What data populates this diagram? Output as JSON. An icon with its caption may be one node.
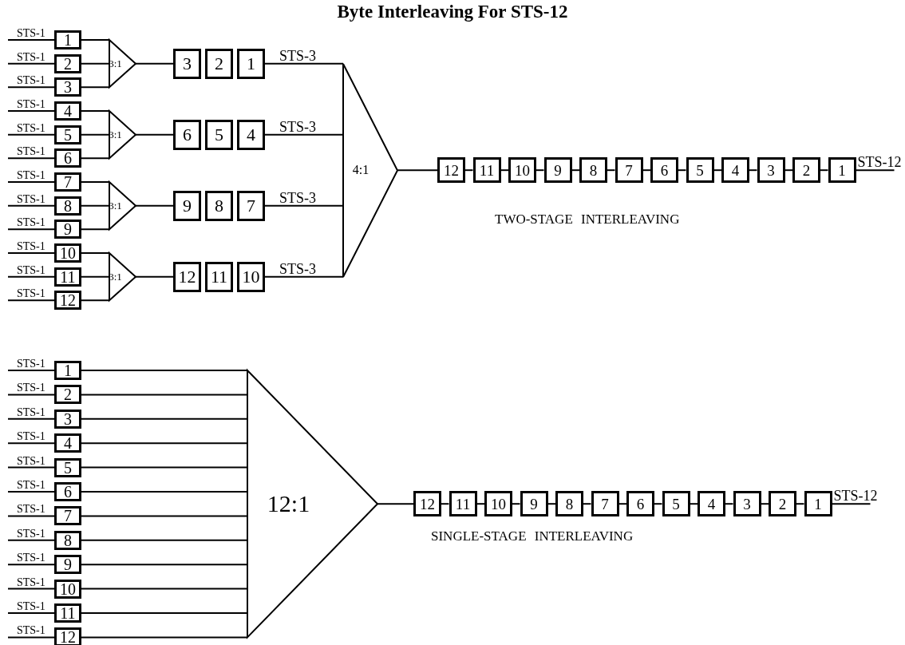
{
  "diagram": {
    "title": "Byte Interleaving For STS-12",
    "nodes": [
      {
        "text": [
          "1"
        ]
      },
      {
        "text": [
          "2"
        ]
      },
      {
        "text": [
          "3"
        ]
      },
      {
        "text": [
          "4"
        ]
      },
      {
        "text": [
          "5"
        ]
      },
      {
        "text": [
          "6"
        ]
      },
      {
        "text": [
          "7"
        ]
      },
      {
        "text": [
          "8"
        ]
      },
      {
        "text": [
          "9"
        ]
      },
      {
        "text": [
          "10"
        ]
      },
      {
        "text": [
          "11"
        ]
      },
      {
        "text": [
          "12"
        ]
      },
      {
        "text": [
          "3:1"
        ]
      },
      {
        "text": [
          "3:1"
        ]
      },
      {
        "text": [
          "3:1"
        ]
      },
      {
        "text": [
          "3:1"
        ]
      },
      {
        "text": [
          "3"
        ]
      },
      {
        "text": [
          "2"
        ]
      },
      {
        "text": [
          "1"
        ]
      },
      {
        "text": [
          "6"
        ]
      },
      {
        "text": [
          "5"
        ]
      },
      {
        "text": [
          "4"
        ]
      },
      {
        "text": [
          "9"
        ]
      },
      {
        "text": [
          "8"
        ]
      },
      {
        "text": [
          "7"
        ]
      },
      {
        "text": [
          "12"
        ]
      },
      {
        "text": [
          "11"
        ]
      },
      {
        "text": [
          "10"
        ]
      },
      {
        "text": [
          "4:1"
        ]
      },
      {
        "text": [
          "12"
        ]
      },
      {
        "text": [
          "11"
        ]
      },
      {
        "text": [
          "10"
        ]
      },
      {
        "text": [
          "9"
        ]
      },
      {
        "text": [
          "8"
        ]
      },
      {
        "text": [
          "7"
        ]
      },
      {
        "text": [
          "6"
        ]
      },
      {
        "text": [
          "5"
        ]
      },
      {
        "text": [
          "4"
        ]
      },
      {
        "text": [
          "3"
        ]
      },
      {
        "text": [
          "2"
        ]
      },
      {
        "text": [
          "1"
        ]
      },
      {
        "text": [
          "1"
        ]
      },
      {
        "text": [
          "2"
        ]
      },
      {
        "text": [
          "3"
        ]
      },
      {
        "text": [
          "4"
        ]
      },
      {
        "text": [
          "5"
        ]
      },
      {
        "text": [
          "6"
        ]
      },
      {
        "text": [
          "7"
        ]
      },
      {
        "text": [
          "8"
        ]
      },
      {
        "text": [
          "9"
        ]
      },
      {
        "text": [
          "10"
        ]
      },
      {
        "text": [
          "11"
        ]
      },
      {
        "text": [
          "12"
        ]
      },
      {
        "text": [
          "12:1"
        ]
      },
      {
        "text": [
          "12"
        ]
      },
      {
        "text": [
          "11"
        ]
      },
      {
        "text": [
          "10"
        ]
      },
      {
        "text": [
          "9"
        ]
      },
      {
        "text": [
          "8"
        ]
      },
      {
        "text": [
          "7"
        ]
      },
      {
        "text": [
          "6"
        ]
      },
      {
        "text": [
          "5"
        ]
      },
      {
        "text": [
          "4"
        ]
      },
      {
        "text": [
          "3"
        ]
      },
      {
        "text": [
          "2"
        ]
      },
      {
        "text": [
          "1"
        ]
      }
    ],
    "edges": [
      {
        "from": null,
        "to": 0,
        "arrow": "none",
        "label": "STS-1"
      },
      {
        "from": null,
        "to": 1,
        "arrow": "none",
        "label": "STS-1"
      },
      {
        "from": null,
        "to": 2,
        "arrow": "none",
        "label": "STS-1"
      },
      {
        "from": null,
        "to": 3,
        "arrow": "none",
        "label": "STS-1"
      },
      {
        "from": null,
        "to": 4,
        "arrow": "none",
        "label": "STS-1"
      },
      {
        "from": null,
        "to": 5,
        "arrow": "none",
        "label": "STS-1"
      },
      {
        "from": null,
        "to": 6,
        "arrow": "none",
        "label": "STS-1"
      },
      {
        "from": null,
        "to": 7,
        "arrow": "none",
        "label": "STS-1"
      },
      {
        "from": null,
        "to": 8,
        "arrow": "none",
        "label": "STS-1"
      },
      {
        "from": null,
        "to": 9,
        "arrow": "none",
        "label": "STS-1"
      },
      {
        "from": null,
        "to": 10,
        "arrow": "none",
        "label": "STS-1"
      },
      {
        "from": null,
        "to": 11,
        "arrow": "none",
        "label": "STS-1"
      },
      {
        "from": 0,
        "to": 12,
        "arrow": "none"
      },
      {
        "from": 1,
        "to": 12,
        "arrow": "none"
      },
      {
        "from": 2,
        "to": 12,
        "arrow": "none"
      },
      {
        "from": 3,
        "to": 13,
        "arrow": "none"
      },
      {
        "from": 4,
        "to": 13,
        "arrow": "none"
      },
      {
        "from": 5,
        "to": 13,
        "arrow": "none"
      },
      {
        "from": 6,
        "to": 14,
        "arrow": "none"
      },
      {
        "from": 7,
        "to": 14,
        "arrow": "none"
      },
      {
        "from": 8,
        "to": 14,
        "arrow": "none"
      },
      {
        "from": 9,
        "to": 15,
        "arrow": "none"
      },
      {
        "from": 10,
        "to": 15,
        "arrow": "none"
      },
      {
        "from": 11,
        "to": 15,
        "arrow": "none"
      },
      {
        "from": 12,
        "to": 16,
        "arrow": "none"
      },
      {
        "from": 13,
        "to": 19,
        "arrow": "none"
      },
      {
        "from": 14,
        "to": 22,
        "arrow": "none"
      },
      {
        "from": 15,
        "to": 25,
        "arrow": "none"
      },
      {
        "from": 18,
        "to": 28,
        "arrow": "none",
        "label": "STS-3"
      },
      {
        "from": 21,
        "to": 28,
        "arrow": "none",
        "label": "STS-3"
      },
      {
        "from": 24,
        "to": 28,
        "arrow": "none",
        "label": "STS-3"
      },
      {
        "from": 27,
        "to": 28,
        "arrow": "none",
        "label": "STS-3"
      },
      {
        "from": 28,
        "to": 29,
        "arrow": "none"
      },
      {
        "from": 29,
        "to": 30,
        "arrow": "none"
      },
      {
        "from": 30,
        "to": 31,
        "arrow": "none"
      },
      {
        "from": 31,
        "to": 32,
        "arrow": "none"
      },
      {
        "from": 32,
        "to": 33,
        "arrow": "none"
      },
      {
        "from": 33,
        "to": 34,
        "arrow": "none"
      },
      {
        "from": 34,
        "to": 35,
        "arrow": "none"
      },
      {
        "from": 35,
        "to": 36,
        "arrow": "none"
      },
      {
        "from": 36,
        "to": 37,
        "arrow": "none"
      },
      {
        "from": 37,
        "to": 38,
        "arrow": "none"
      },
      {
        "from": 38,
        "to": 39,
        "arrow": "none"
      },
      {
        "from": 39,
        "to": 40,
        "arrow": "none"
      },
      {
        "from": 40,
        "to": null,
        "arrow": "none",
        "label": "STS-12"
      },
      {
        "from": null,
        "to": 41,
        "arrow": "none",
        "label": "STS-1"
      },
      {
        "from": null,
        "to": 42,
        "arrow": "none",
        "label": "STS-1"
      },
      {
        "from": null,
        "to": 43,
        "arrow": "none",
        "label": "STS-1"
      },
      {
        "from": null,
        "to": 44,
        "arrow": "none",
        "label": "STS-1"
      },
      {
        "from": null,
        "to": 45,
        "arrow": "none",
        "label": "STS-1"
      },
      {
        "from": null,
        "to": 46,
        "arrow": "none",
        "label": "STS-1"
      },
      {
        "from": null,
        "to": 47,
        "arrow": "none",
        "label": "STS-1"
      },
      {
        "from": null,
        "to": 48,
        "arrow": "none",
        "label": "STS-1"
      },
      {
        "from": null,
        "to": 49,
        "arrow": "none",
        "label": "STS-1"
      },
      {
        "from": null,
        "to": 50,
        "arrow": "none",
        "label": "STS-1"
      },
      {
        "from": null,
        "to": 51,
        "arrow": "none",
        "label": "STS-1"
      },
      {
        "from": null,
        "to": 52,
        "arrow": "none",
        "label": "STS-1"
      },
      {
        "from": 41,
        "to": 53,
        "arrow": "none"
      },
      {
        "from": 42,
        "to": 53,
        "arrow": "none"
      },
      {
        "from": 43,
        "to": 53,
        "arrow": "none"
      },
      {
        "from": 44,
        "to": 53,
        "arrow": "none"
      },
      {
        "from": 45,
        "to": 53,
        "arrow": "none"
      },
      {
        "from": 46,
        "to": 53,
        "arrow": "none"
      },
      {
        "from": 47,
        "to": 53,
        "arrow": "none"
      },
      {
        "from": 48,
        "to": 53,
        "arrow": "none"
      },
      {
        "from": 49,
        "to": 53,
        "arrow": "none"
      },
      {
        "from": 50,
        "to": 53,
        "arrow": "none"
      },
      {
        "from": 51,
        "to": 53,
        "arrow": "none"
      },
      {
        "from": 52,
        "to": 53,
        "arrow": "none"
      },
      {
        "from": 53,
        "to": 54,
        "arrow": "none"
      },
      {
        "from": 54,
        "to": 55,
        "arrow": "none"
      },
      {
        "from": 55,
        "to": 56,
        "arrow": "none"
      },
      {
        "from": 56,
        "to": 57,
        "arrow": "none"
      },
      {
        "from": 57,
        "to": 58,
        "arrow": "none"
      },
      {
        "from": 58,
        "to": 59,
        "arrow": "none"
      },
      {
        "from": 59,
        "to": 60,
        "arrow": "none"
      },
      {
        "from": 60,
        "to": 61,
        "arrow": "none"
      },
      {
        "from": 61,
        "to": 62,
        "arrow": "none"
      },
      {
        "from": 62,
        "to": 63,
        "arrow": "none"
      },
      {
        "from": 63,
        "to": 64,
        "arrow": "none"
      },
      {
        "from": 64,
        "to": 65,
        "arrow": "none"
      },
      {
        "from": 65,
        "to": null,
        "arrow": "none",
        "label": "STS-12"
      }
    ],
    "labels": [
      "TWO-STAGE INTERLEAVING",
      "SINGLE-STAGE INTERLEAVING"
    ]
  }
}
